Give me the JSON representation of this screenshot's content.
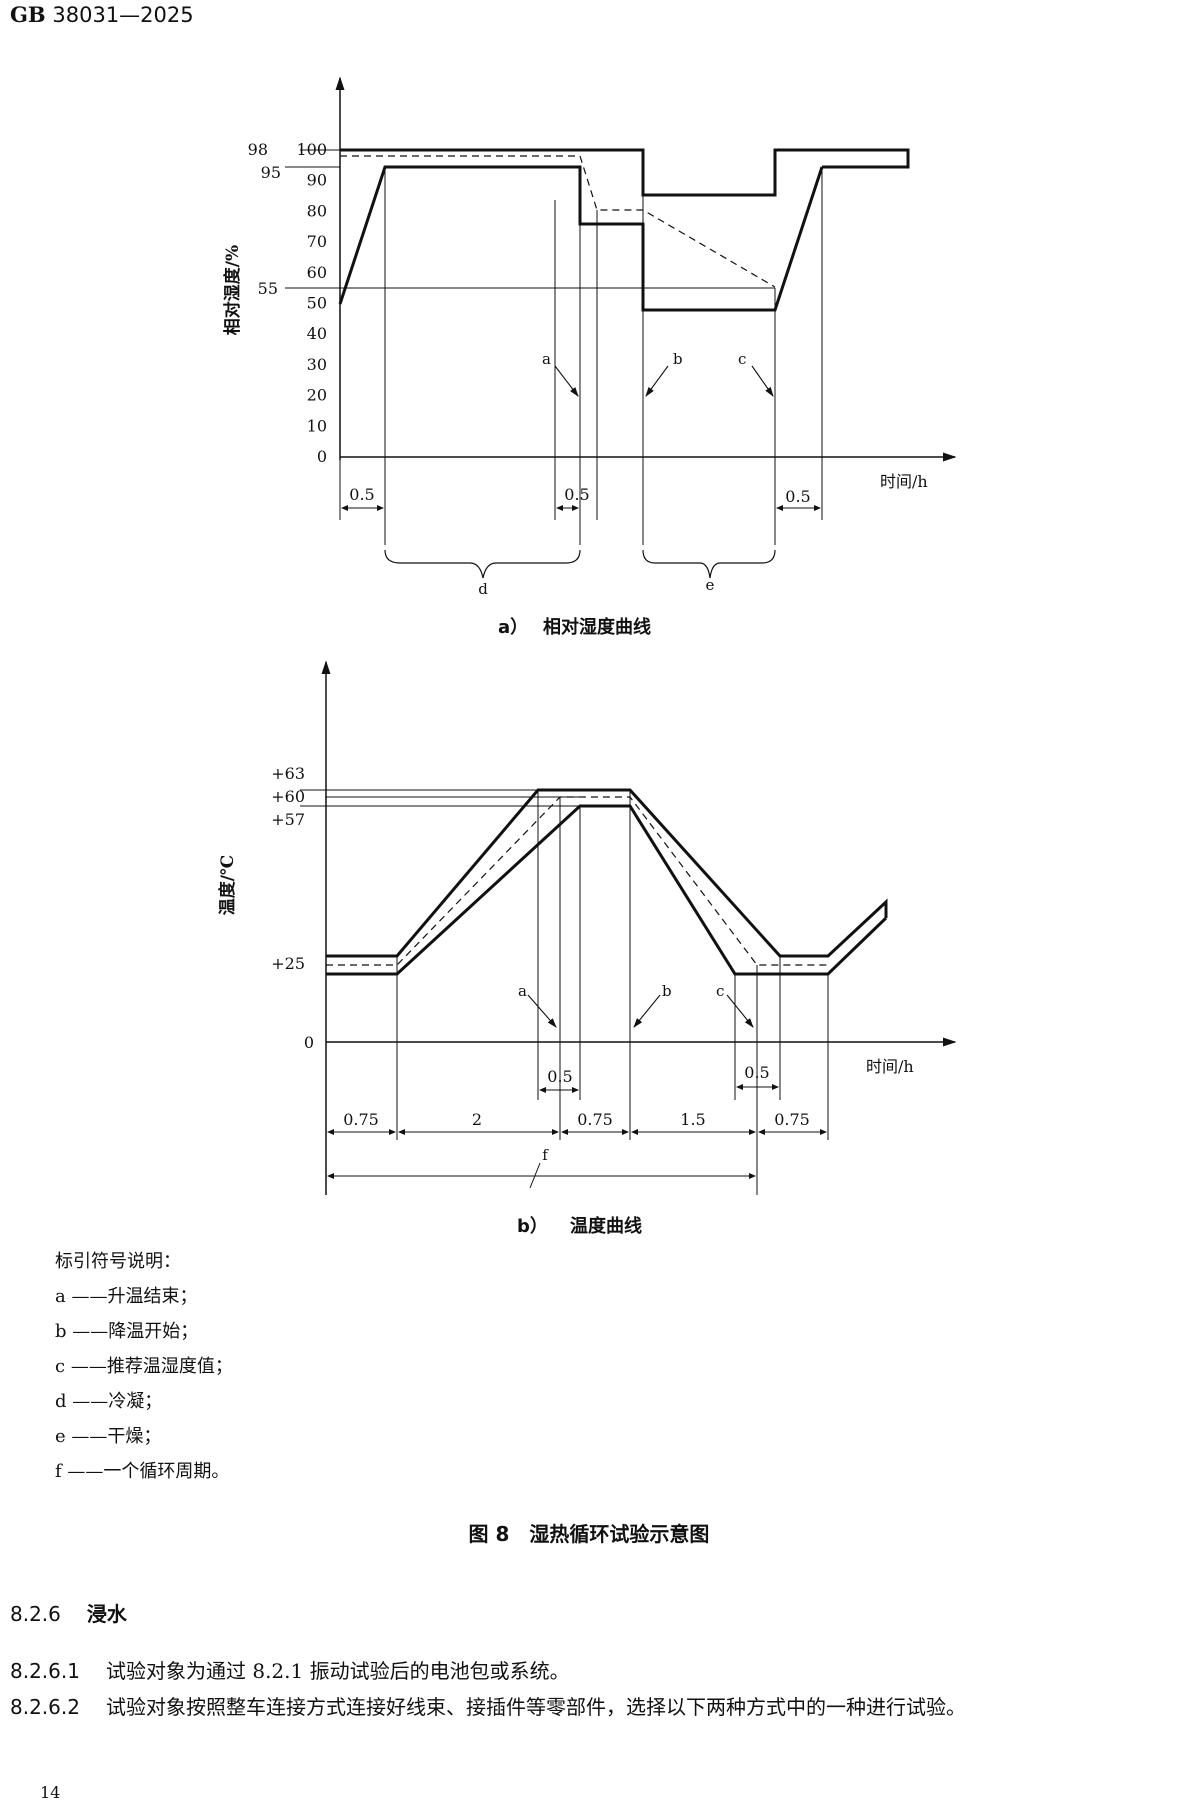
{
  "header": {
    "std_prefix": "GB",
    "std_number": "38031—2025"
  },
  "figure_a": {
    "caption_label": "a）",
    "caption_text": "相对湿度曲线",
    "ylabel": "相对湿度/%",
    "xlabel": "时间/h",
    "yticks": [
      "100",
      "90",
      "80",
      "70",
      "60",
      "50",
      "40",
      "30",
      "20",
      "10",
      "0"
    ],
    "side_labels": [
      "98",
      "95",
      "55"
    ],
    "dims": [
      "0.5",
      "0.5",
      "0.5"
    ],
    "markers": [
      "a",
      "b",
      "c"
    ],
    "braces": [
      "d",
      "e"
    ]
  },
  "figure_b": {
    "caption_label": "b）",
    "caption_text": "温度曲线",
    "ylabel": "温度/℃",
    "xlabel": "时间/h",
    "yticks": [
      "+63",
      "+60",
      "+57",
      "+25",
      "0"
    ],
    "dims_top": [
      "0.5",
      "0.5"
    ],
    "dims_row": [
      "0.75",
      "2",
      "0.75",
      "1.5",
      "0.75"
    ],
    "cycle_label": "f",
    "markers": [
      "a",
      "b",
      "c"
    ]
  },
  "legend": {
    "title": "标引符号说明：",
    "items": [
      {
        "key": "a",
        "text": "——升温结束；"
      },
      {
        "key": "b",
        "text": "——降温开始；"
      },
      {
        "key": "c",
        "text": "——推荐温湿度值；"
      },
      {
        "key": "d",
        "text": "——冷凝；"
      },
      {
        "key": "e",
        "text": "——干燥；"
      },
      {
        "key": "f",
        "text": "——一个循环周期。"
      }
    ]
  },
  "figure_title": "图 8　湿热循环试验示意图",
  "section": {
    "number": "8.2.6",
    "title": "浸水"
  },
  "paragraphs": [
    {
      "number": "8.2.6.1",
      "text": "试验对象为通过 8.2.1 振动试验后的电池包或系统。"
    },
    {
      "number": "8.2.6.2",
      "text": "试验对象按照整车连接方式连接好线束、接插件等零部件，选择以下两种方式中的一种进行试验。"
    }
  ],
  "page_number": "14"
}
